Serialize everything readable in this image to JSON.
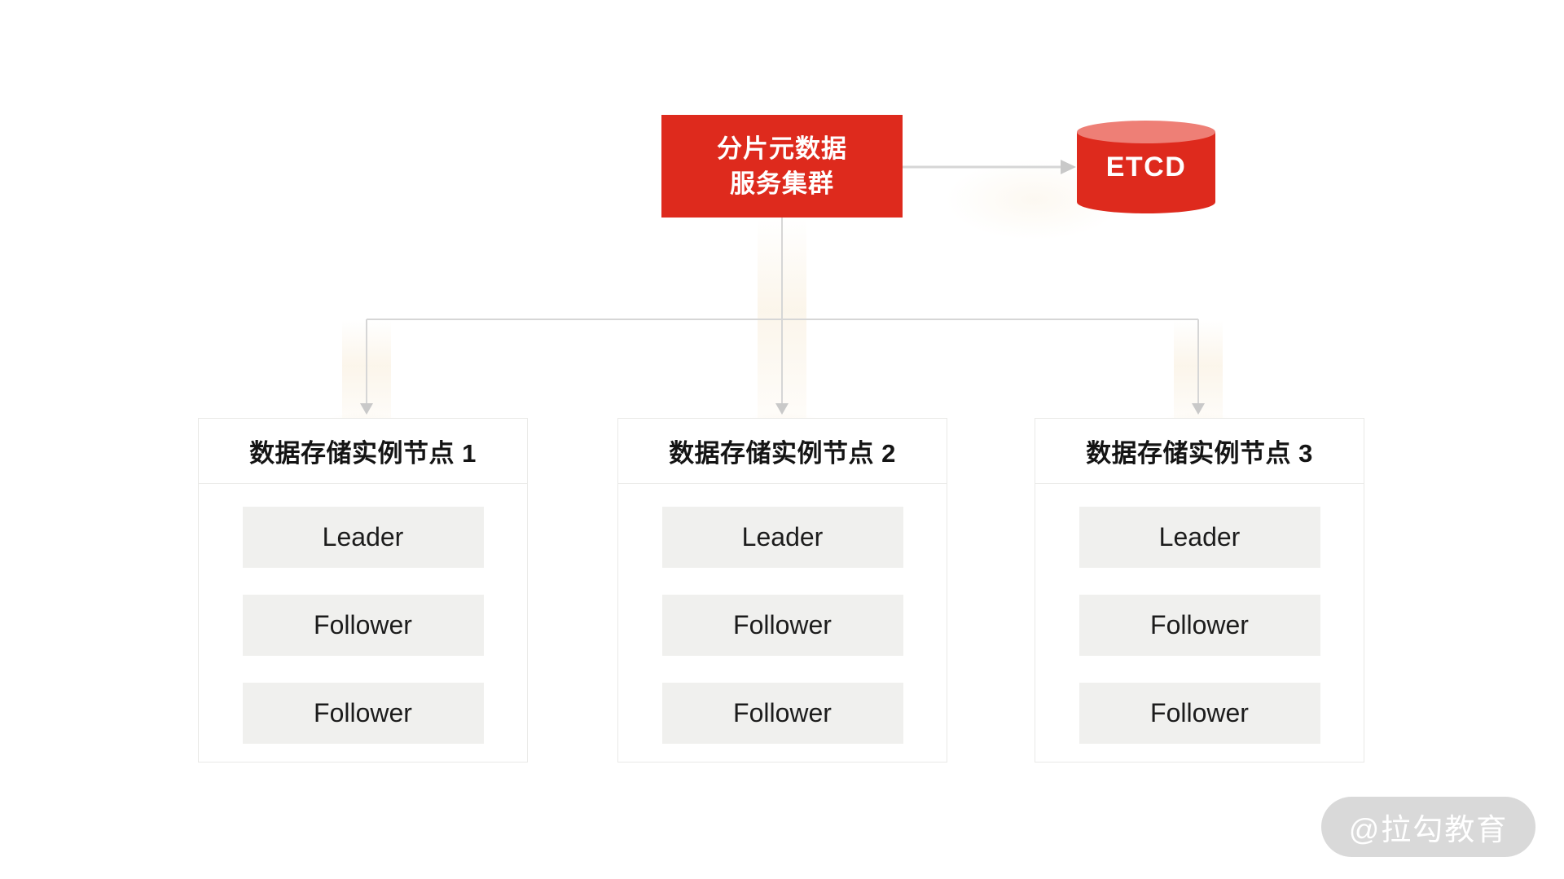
{
  "meta_service": {
    "line1": "分片元数据",
    "line2": "服务集群"
  },
  "etcd": {
    "label": "ETCD"
  },
  "nodes": [
    {
      "title": "数据存储实例节点 1",
      "roles": [
        "Leader",
        "Follower",
        "Follower"
      ]
    },
    {
      "title": "数据存储实例节点 2",
      "roles": [
        "Leader",
        "Follower",
        "Follower"
      ]
    },
    {
      "title": "数据存储实例节点 3",
      "roles": [
        "Leader",
        "Follower",
        "Follower"
      ]
    }
  ],
  "watermark": {
    "label": "@拉勾教育"
  },
  "colors": {
    "accent_red": "#de2a1d",
    "cylinder_top": "#ee7f76",
    "role_box_bg": "#f0f0ee",
    "node_border": "#e9e9e7",
    "connector_gray": "#d6d6d6",
    "watermark_bg": "#d9d9d9"
  }
}
